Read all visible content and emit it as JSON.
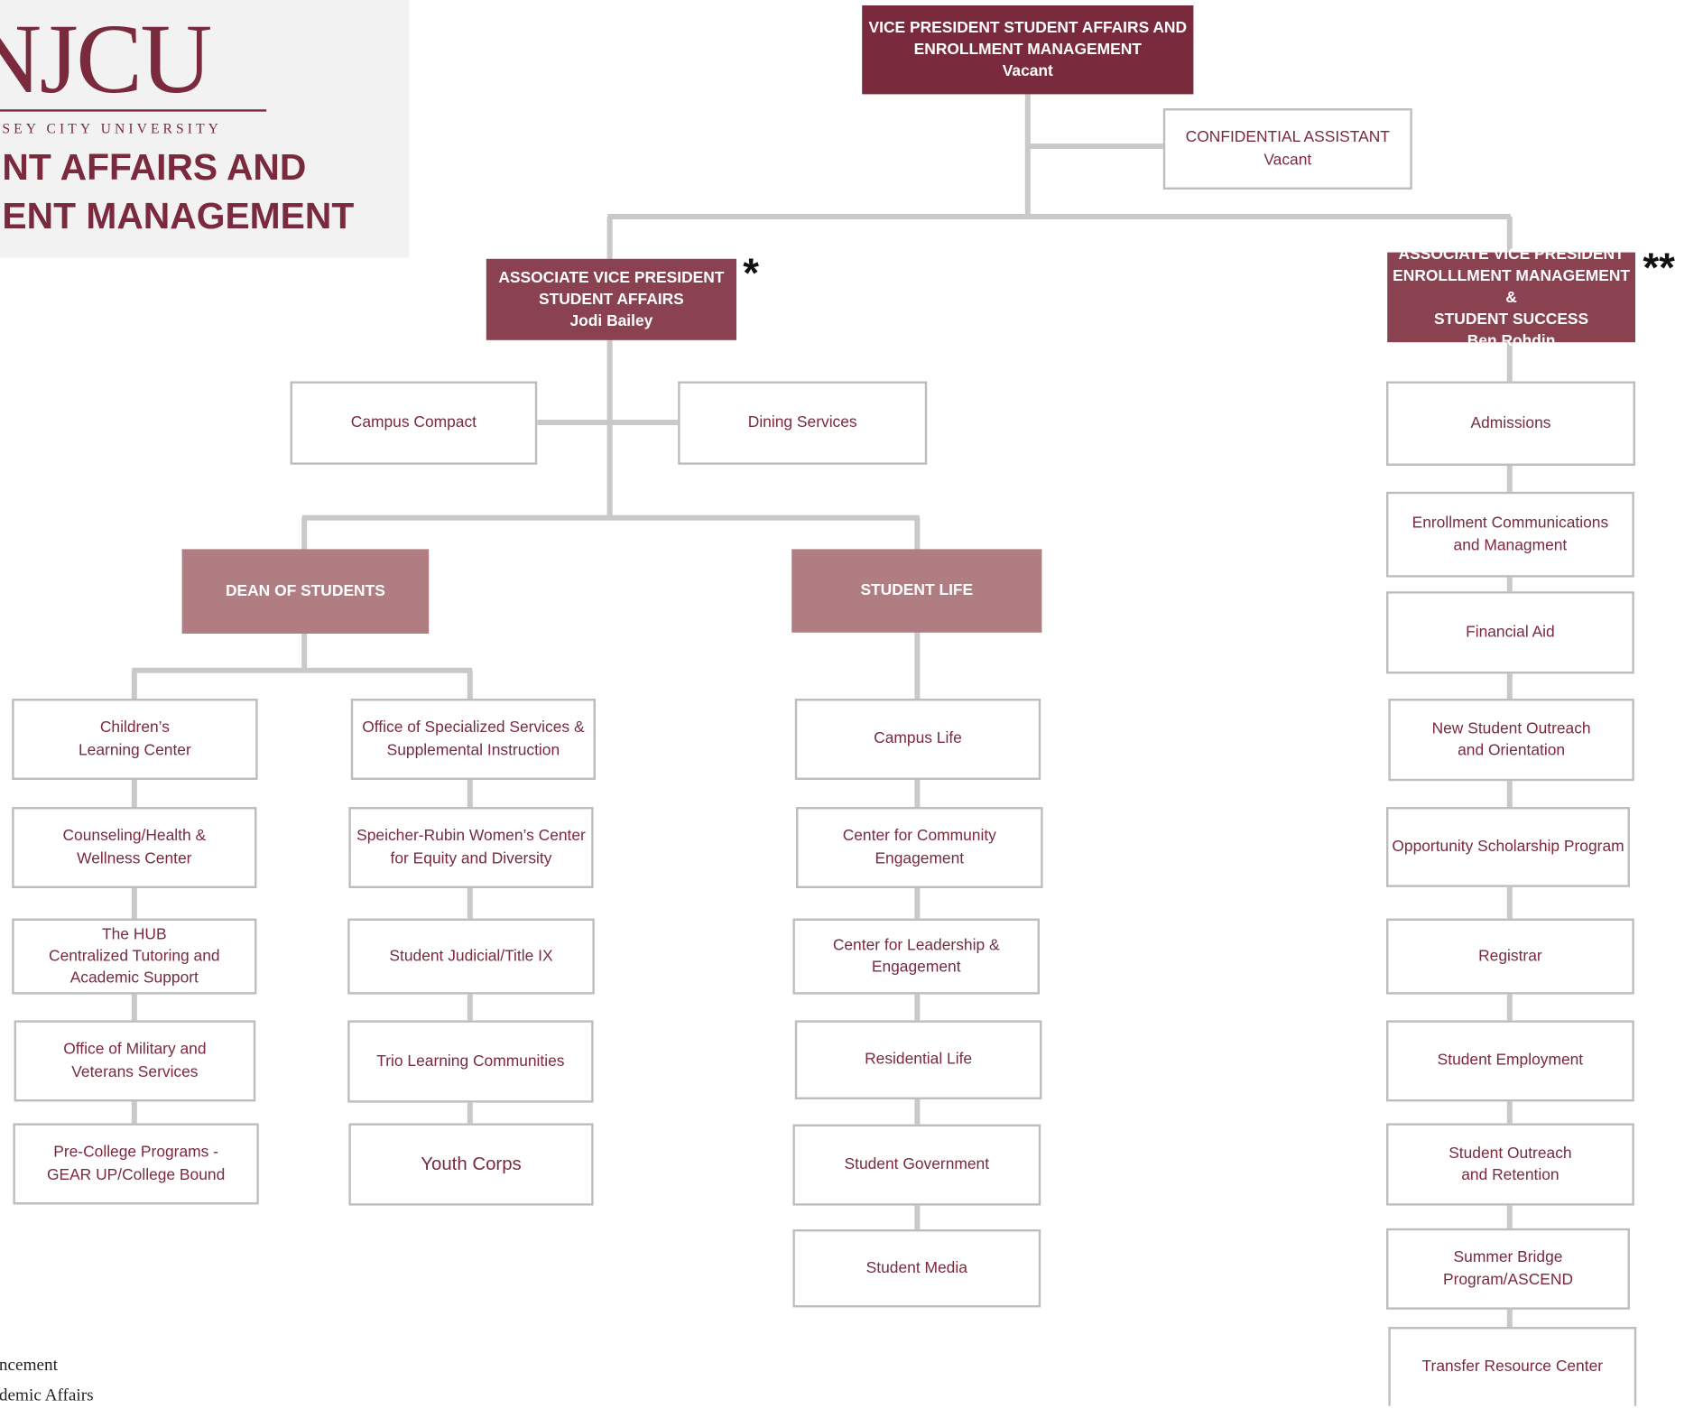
{
  "logo": {
    "mark": "NJCU",
    "university": "SEY CITY UNIVERSITY",
    "title_line1": "NT AFFAIRS AND",
    "title_line2": "ENT MANAGEMENT"
  },
  "colors": {
    "maroon": "#7a2a3d",
    "avp_fill": "#8a4150",
    "unit_fill": "#b07e82",
    "connector": "#c9c9c9",
    "box_border": "#bdbdbd"
  },
  "org": {
    "vp": {
      "lines": [
        "VICE PRESIDENT STUDENT AFFAIRS AND",
        "ENROLLMENT MANAGEMENT",
        "Vacant"
      ]
    },
    "assistant": {
      "lines": [
        "CONFIDENTIAL ASSISTANT",
        "Vacant"
      ]
    },
    "avp_student_affairs": {
      "lines": [
        "ASSOCIATE VICE PRESIDENT",
        "STUDENT AFFAIRS",
        "Jodi Bailey"
      ],
      "marker": "*"
    },
    "avp_enrollment": {
      "lines": [
        "ASSOCIATE VICE PRESIDENT",
        "ENROLLLMENT MANAGEMENT &",
        "STUDENT SUCCESS",
        "Ben Rohdin"
      ],
      "marker": "**"
    },
    "campus_compact": "Campus Compact",
    "dining_services": "Dining Services",
    "dean_of_students": {
      "label": "DEAN OF STUDENTS",
      "left_column": [
        [
          "Children’s",
          "Learning Center"
        ],
        [
          "Counseling/Health &",
          "Wellness Center"
        ],
        [
          "The HUB",
          "Centralized Tutoring and",
          "Academic Support"
        ],
        [
          "Office of Military and",
          "Veterans Services"
        ],
        [
          "Pre-College Programs -",
          "GEAR UP/College Bound"
        ]
      ],
      "right_column": [
        [
          "Office of Specialized Services &",
          "Supplemental  Instruction"
        ],
        [
          "Speicher-Rubin Women’s Center",
          "for Equity and Diversity"
        ],
        [
          "Student Judicial/Title IX"
        ],
        [
          "Trio Learning Communities"
        ],
        [
          "Youth Corps"
        ]
      ]
    },
    "student_life": {
      "label": "STUDENT LIFE",
      "units": [
        [
          "Campus Life"
        ],
        [
          "Center for Community",
          "Engagement"
        ],
        [
          "Center for Leadership &",
          "Engagement"
        ],
        [
          "Residential Life"
        ],
        [
          "Student Government"
        ],
        [
          "Student Media"
        ]
      ]
    },
    "enrollment_units": [
      [
        "Admissions"
      ],
      [
        "Enrollment Communications",
        "and Managment"
      ],
      [
        "Financial Aid"
      ],
      [
        "New Student Outreach",
        "and Orientation"
      ],
      [
        "Opportunity Scholarship Program"
      ],
      [
        "Registrar"
      ],
      [
        "Student Employment"
      ],
      [
        "Student Outreach",
        "and Retention"
      ],
      [
        "Summer Bridge Program/ASCEND"
      ],
      [
        "Transfer Resource Center"
      ]
    ]
  },
  "legend": [
    "ancement",
    "ademic Affairs"
  ]
}
